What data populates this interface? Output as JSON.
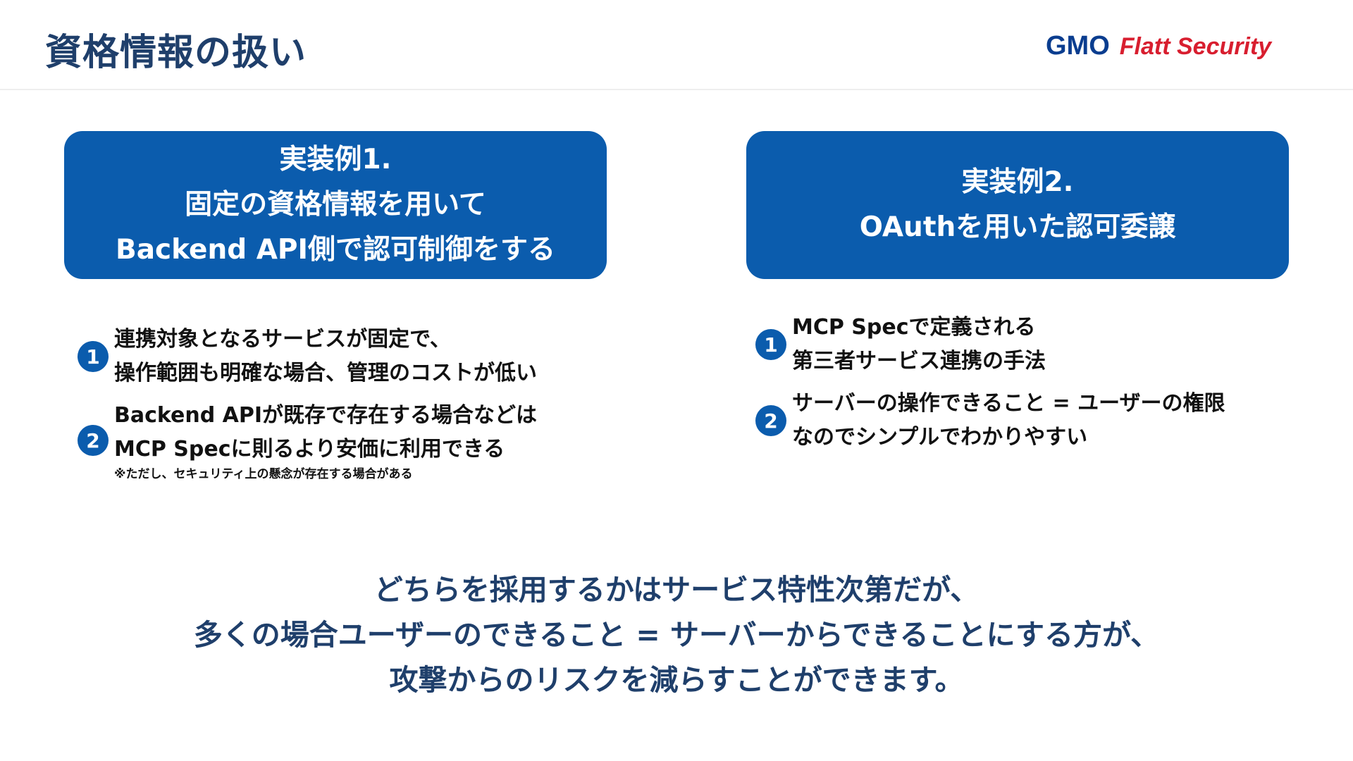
{
  "header": {
    "title": "資格情報の扱い",
    "logo": {
      "gmo": "GMO",
      "flatt": "Flatt Security"
    }
  },
  "examples": [
    {
      "lines": [
        "実装例1.",
        "固定の資格情報を用いて",
        "Backend API側で認可制御をする"
      ],
      "points": [
        {
          "number": "1",
          "lines": [
            "連携対象となるサービスが固定で、",
            "操作範囲も明確な場合、管理のコストが低い"
          ],
          "note": ""
        },
        {
          "number": "2",
          "lines": [
            "Backend APIが既存で存在する場合などは",
            "MCP Specに則るより安価に利用できる"
          ],
          "note": "※ただし、セキュリティ上の懸念が存在する場合がある"
        }
      ]
    },
    {
      "lines": [
        "実装例2.",
        "OAuthを用いた認可委譲"
      ],
      "points": [
        {
          "number": "1",
          "lines": [
            "MCP Specで定義される",
            "第三者サービス連携の手法"
          ],
          "note": ""
        },
        {
          "number": "2",
          "lines": [
            "サーバーの操作できること = ユーザーの権限",
            "なのでシンプルでわかりやすい"
          ],
          "note": ""
        }
      ]
    }
  ],
  "conclusion": {
    "lines": [
      "どちらを採用するかはサービス特性次第だが、",
      "多くの場合ユーザーのできること = サーバーからできることにする方が、",
      "攻撃からのリスクを減らすことができます。"
    ]
  },
  "colors": {
    "accent": "#0b5cad",
    "title": "#1f3f6b",
    "brand_red": "#d81e2f",
    "brand_blue": "#0a3d8f"
  }
}
